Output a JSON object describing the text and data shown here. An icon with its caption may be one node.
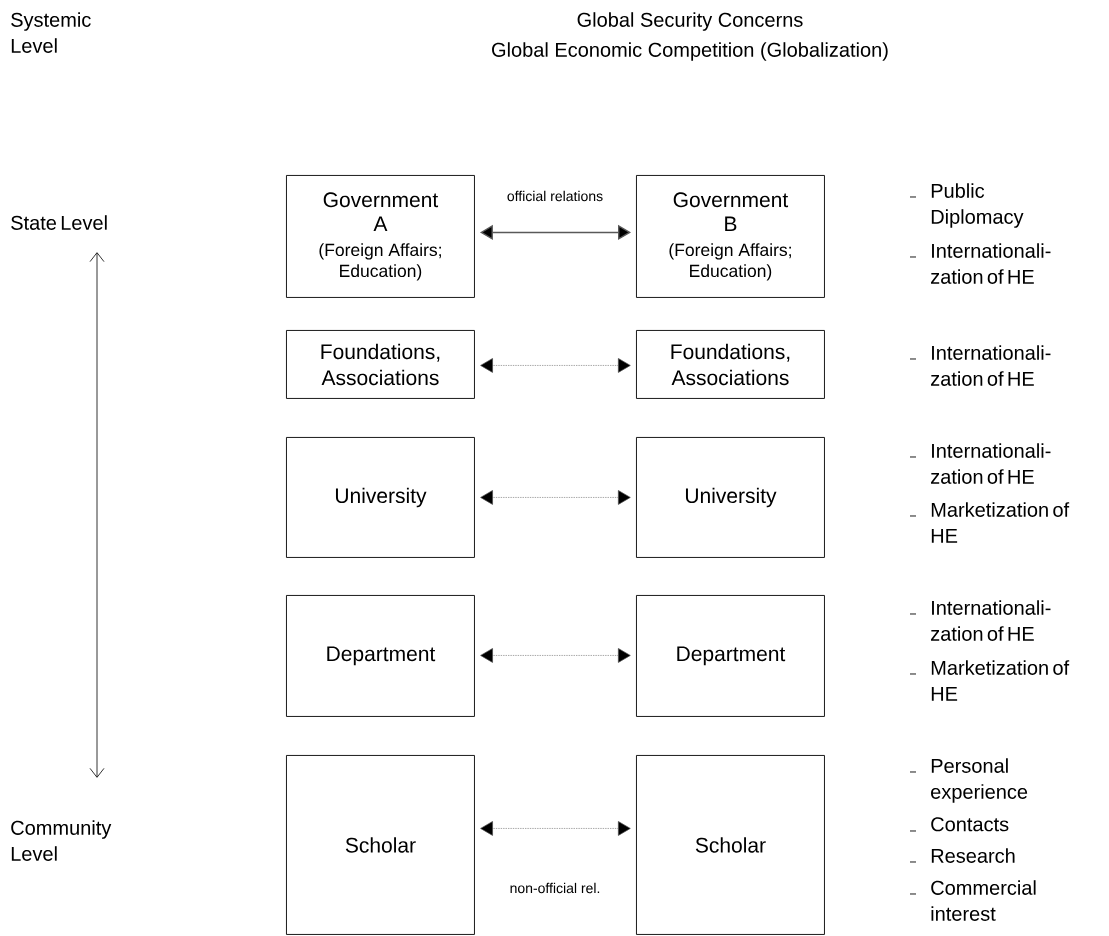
{
  "diagram": {
    "nodes": [
      {
        "text": [
          "Government A",
          "(Foreign Affairs; Education)"
        ]
      },
      {
        "text": [
          "Government B",
          "(Foreign Affairs; Education)"
        ]
      },
      {
        "text": [
          "Foundations, Associations"
        ]
      },
      {
        "text": [
          "Foundations, Associations"
        ]
      },
      {
        "text": [
          "University"
        ]
      },
      {
        "text": [
          "University"
        ]
      },
      {
        "text": [
          "Department"
        ]
      },
      {
        "text": [
          "Department"
        ]
      },
      {
        "text": [
          "Scholar"
        ]
      },
      {
        "text": [
          "Scholar"
        ]
      }
    ],
    "edges": [
      {
        "from": 0,
        "to": 1,
        "arrow": "both",
        "label": "official relations"
      },
      {
        "from": 2,
        "to": 3,
        "arrow": "both",
        "style": "dashed"
      },
      {
        "from": 4,
        "to": 5,
        "arrow": "both",
        "style": "dashed"
      },
      {
        "from": 6,
        "to": 7,
        "arrow": "both",
        "style": "dashed"
      },
      {
        "from": 8,
        "to": 9,
        "arrow": "both",
        "style": "dashed",
        "label": "non-official rel."
      }
    ],
    "labels": [
      "Systemic Level",
      "Global Security Concerns",
      "Global Economic Competition (Globalization)",
      "State Level",
      "Public Diplomacy",
      "Internationali-zation of HE",
      "Internationali-zation of HE",
      "Internationali-zation of HE",
      "Marketization of HE",
      "Internationali-zation of HE",
      "Marketization of HE",
      "Community Level",
      "Personal experience",
      "Contacts",
      "Research",
      "Commercial interest"
    ]
  }
}
